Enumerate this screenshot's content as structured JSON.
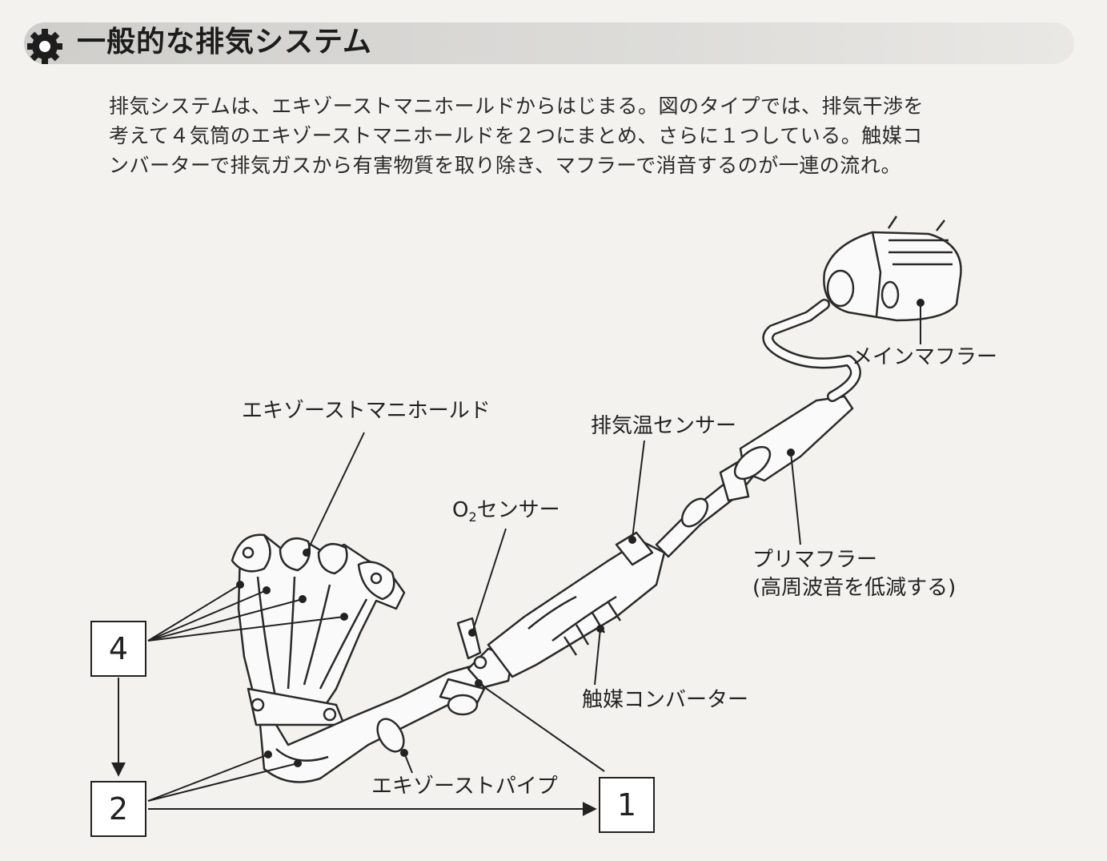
{
  "header": {
    "title": "一般的な排気システム"
  },
  "intro": {
    "lines": [
      "排気システムは、エキゾーストマニホールドからはじまる。図のタイプでは、排気干渉を",
      "考えて４気筒のエキゾーストマニホールドを２つにまとめ、さらに１つしている。触媒コ",
      "ンバーターで排気ガスから有害物質を取り除き、マフラーで消音するのが一連の流れ。"
    ]
  },
  "labels": {
    "main_muffler": "メインマフラー",
    "exhaust_temp_sensor": "排気温センサー",
    "exhaust_manifold": "エキゾーストマニホールド",
    "o2_sensor_prefix": "O",
    "o2_sensor_sub": "2",
    "o2_sensor_suffix": "センサー",
    "pre_muffler": "プリマフラー",
    "pre_muffler_note": "(高周波音を低減する)",
    "catalytic_converter": "触媒コンバーター",
    "exhaust_pipe": "エキゾーストパイプ"
  },
  "boxes": {
    "four": "4",
    "two": "2",
    "one": "1"
  }
}
